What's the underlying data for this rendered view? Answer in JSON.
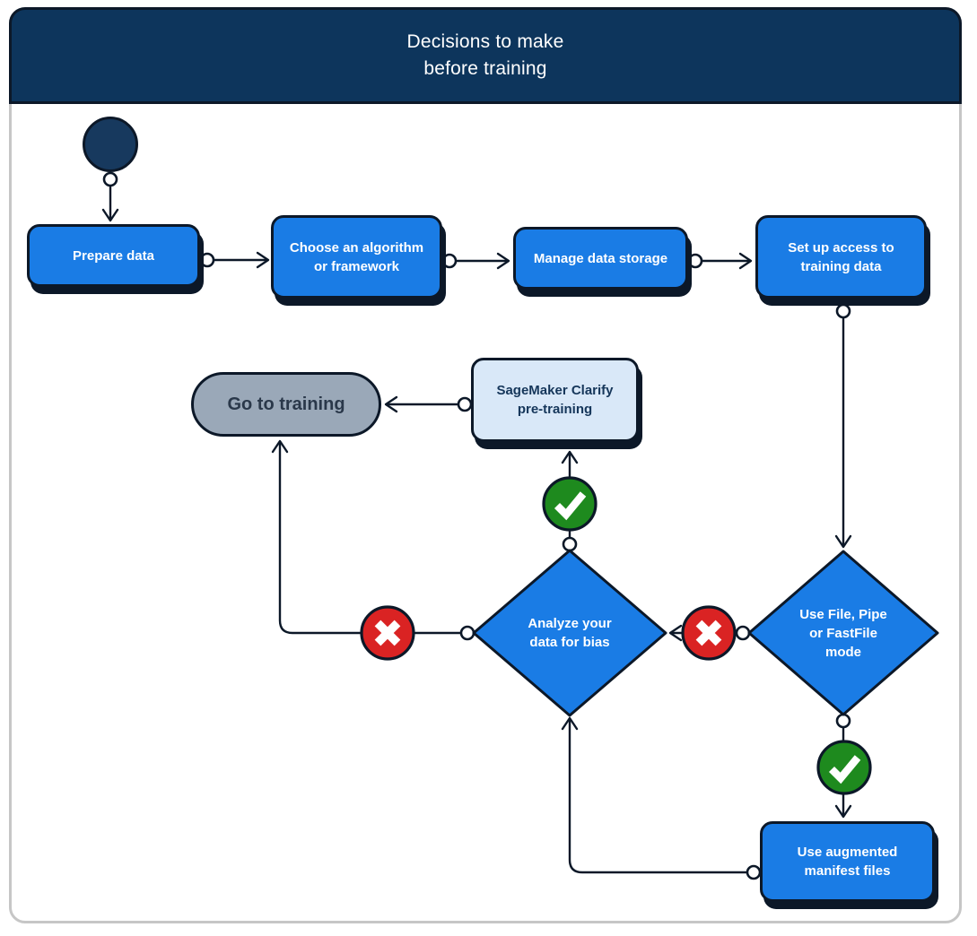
{
  "header": {
    "title": "Decisions to make\nbefore training"
  },
  "nodes": {
    "prepare_data": {
      "label": "Prepare data"
    },
    "choose_algorithm": {
      "label": "Choose an algorithm\nor framework"
    },
    "manage_storage": {
      "label": "Manage data storage"
    },
    "setup_access": {
      "label": "Set up access to\ntraining data"
    },
    "clarify_pretraining": {
      "label": "SageMaker Clarify\npre-training"
    },
    "go_to_training": {
      "label": "Go to training"
    },
    "analyze_bias": {
      "label": "Analyze your\ndata for bias"
    },
    "file_mode": {
      "label": "Use File, Pipe\nor FastFile\nmode"
    },
    "augmented_manifest": {
      "label": "Use augmented\nmanifest files"
    }
  },
  "icons": {
    "start_icon": "filled-circle",
    "success_icon": "✓",
    "failure_icon": "✕",
    "connector_port_icon": "open-circle",
    "arrowhead_icon": "open-chevron"
  },
  "edges": [
    {
      "from": "start",
      "to": "prepare_data",
      "marker": "none"
    },
    {
      "from": "prepare_data",
      "to": "choose_algorithm",
      "marker": "none"
    },
    {
      "from": "choose_algorithm",
      "to": "manage_storage",
      "marker": "none"
    },
    {
      "from": "manage_storage",
      "to": "setup_access",
      "marker": "none"
    },
    {
      "from": "setup_access",
      "to": "file_mode",
      "marker": "none"
    },
    {
      "from": "file_mode",
      "to": "analyze_bias",
      "marker": "failure"
    },
    {
      "from": "file_mode",
      "to": "augmented_manifest",
      "marker": "success"
    },
    {
      "from": "augmented_manifest",
      "to": "analyze_bias",
      "marker": "none"
    },
    {
      "from": "analyze_bias",
      "to": "clarify_pretraining",
      "marker": "success"
    },
    {
      "from": "analyze_bias",
      "to": "go_to_training",
      "marker": "failure"
    },
    {
      "from": "clarify_pretraining",
      "to": "go_to_training",
      "marker": "none"
    }
  ],
  "colors": {
    "header_navy": "#0d355c",
    "start_navy": "#17395e",
    "process_blue": "#1a7ce5",
    "decision_blue": "#1a7ce5",
    "clarify_light_blue": "#d9e8f8",
    "terminal_gray": "#9aa8b8",
    "success_green": "#1e8a1e",
    "failure_red": "#da2323",
    "line_dark": "#0c1828",
    "page_border_gray": "#c6c6c6"
  }
}
